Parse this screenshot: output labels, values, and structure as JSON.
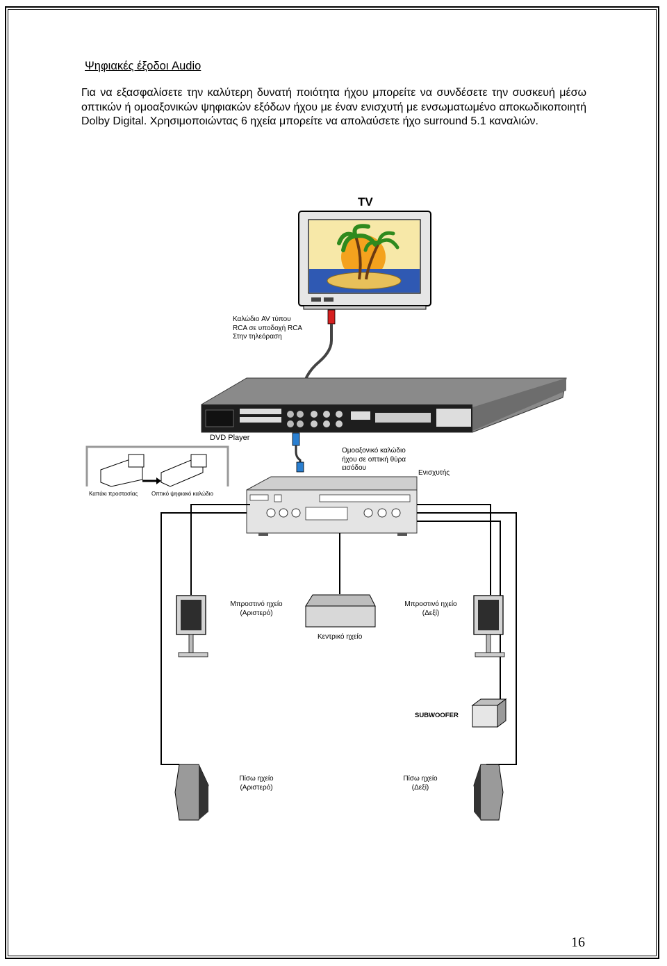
{
  "document": {
    "heading": "Ψηφιακές έξοδοι Audio",
    "paragraph": "Για να εξασφαλίσετε την καλύτερη δυνατή ποιότητα ήχου μπορείτε να συνδέσετε την συσκευή μέσω οπτικών ή ομοαξονικών ψηφιακών εξόδων ήχου με έναν ενισχυτή με ενσωματωμένο αποκωδικοποιητή Dolby Digital. Χρησιμοποιώντας 6 ηχεία μπορείτε να απολαύσετε ήχο surround 5.1 καναλιών.",
    "page_number": "16"
  },
  "diagram": {
    "tv_label": "TV",
    "av_cable_label": [
      "Καλώδιο AV τύπου",
      "RCA σε υποδοχή RCA",
      "Στην τηλεόραση"
    ],
    "dvd_label": "DVD Player",
    "coax_label": [
      "Ομοαξονικό καλώδιο",
      "ήχου σε οπτική θύρα",
      "εισόδου"
    ],
    "amp_label": "Ενισχυτής",
    "cap_label": "Καπάκι προστασίας",
    "optical_label": "Οπτικό ψηφιακό καλώδιο",
    "front_left": [
      "Μπροστινό ηχείο",
      "(Αριστερό)"
    ],
    "front_right": [
      "Μπροστινό ηχείο",
      "(Δεξί)"
    ],
    "center": "Κεντρικό ηχείο",
    "subwoofer": "SUBWOOFER",
    "rear_left": [
      "Πίσω ηχείο",
      "(Αριστερό)"
    ],
    "rear_right": [
      "Πίσω ηχείο",
      "(Δεξί)"
    ]
  }
}
